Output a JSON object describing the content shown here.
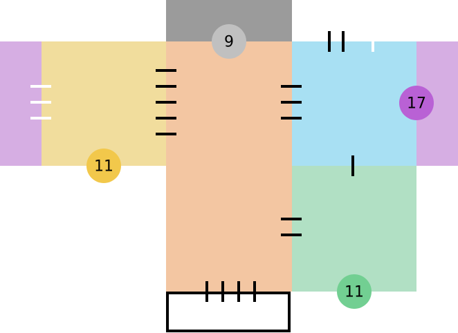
{
  "colors": {
    "gray": "#9b9b9b",
    "orange": "#f3c6a2",
    "yellow": "#f1dd9d",
    "purple": "#d6aee3",
    "blue": "#a8e0f3",
    "green": "#b1e0c4",
    "badge_gray": "#c0c0c0",
    "badge_yellow": "#f2c84b",
    "badge_purple": "#b961d5",
    "badge_green": "#72cf92"
  },
  "badges": {
    "gray": "9",
    "yellow": "11",
    "purple": "17",
    "green": "11"
  }
}
